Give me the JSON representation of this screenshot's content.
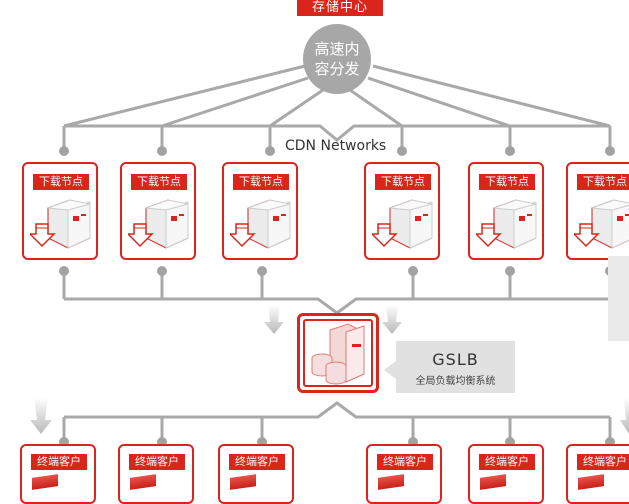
{
  "storage_center": {
    "label": "存储中心"
  },
  "hub": {
    "label": "高速内容分发"
  },
  "network": {
    "label": "CDN Networks"
  },
  "download_nodes": [
    {
      "label": "下载节点",
      "icon": "server-download-icon"
    },
    {
      "label": "下载节点",
      "icon": "server-download-icon"
    },
    {
      "label": "下载节点",
      "icon": "server-download-icon"
    },
    {
      "label": "下载节点",
      "icon": "server-download-icon"
    },
    {
      "label": "下载节点",
      "icon": "server-download-icon"
    },
    {
      "label": "下载节点",
      "icon": "server-download-icon"
    }
  ],
  "gslb": {
    "title": "GSLB",
    "subtitle": "全局负载均衡系统",
    "icon": "server-database-icon"
  },
  "clients": [
    {
      "label": "终端客户"
    },
    {
      "label": "终端客户"
    },
    {
      "label": "终端客户"
    },
    {
      "label": "终端客户"
    },
    {
      "label": "终端客户"
    },
    {
      "label": "终端客户"
    }
  ],
  "colors": {
    "accent": "#d9251c",
    "wire": "#a7a7a7",
    "panel": "#e1e1e1"
  }
}
